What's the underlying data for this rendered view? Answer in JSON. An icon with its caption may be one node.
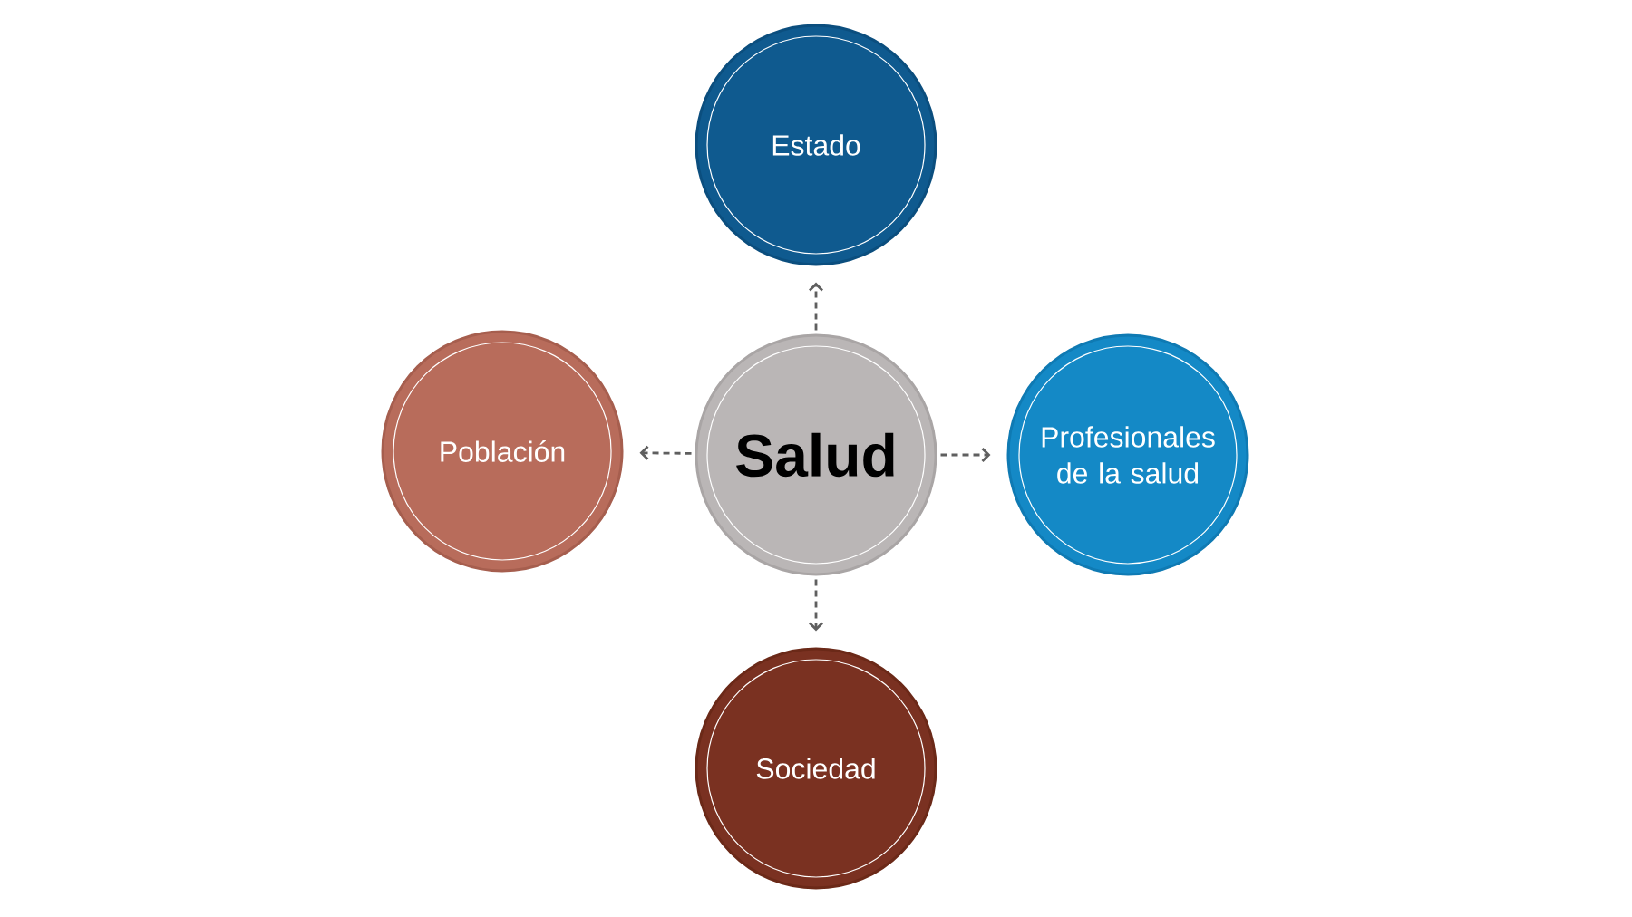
{
  "diagram": {
    "nodes": [
      {
        "text": [
          "Estado"
        ]
      },
      {
        "text": [
          "Población"
        ]
      },
      {
        "text": [
          "Salud"
        ]
      },
      {
        "text": [
          "Profesionales de la salud"
        ]
      },
      {
        "text": [
          "Sociedad"
        ]
      }
    ],
    "edges": [
      {
        "from": 2,
        "to": 0,
        "arrow": "to",
        "style": "dashed"
      },
      {
        "from": 2,
        "to": 1,
        "arrow": "to",
        "style": "dashed"
      },
      {
        "from": 2,
        "to": 3,
        "arrow": "to",
        "style": "dashed"
      },
      {
        "from": 2,
        "to": 4,
        "arrow": "to",
        "style": "dashed"
      }
    ]
  }
}
